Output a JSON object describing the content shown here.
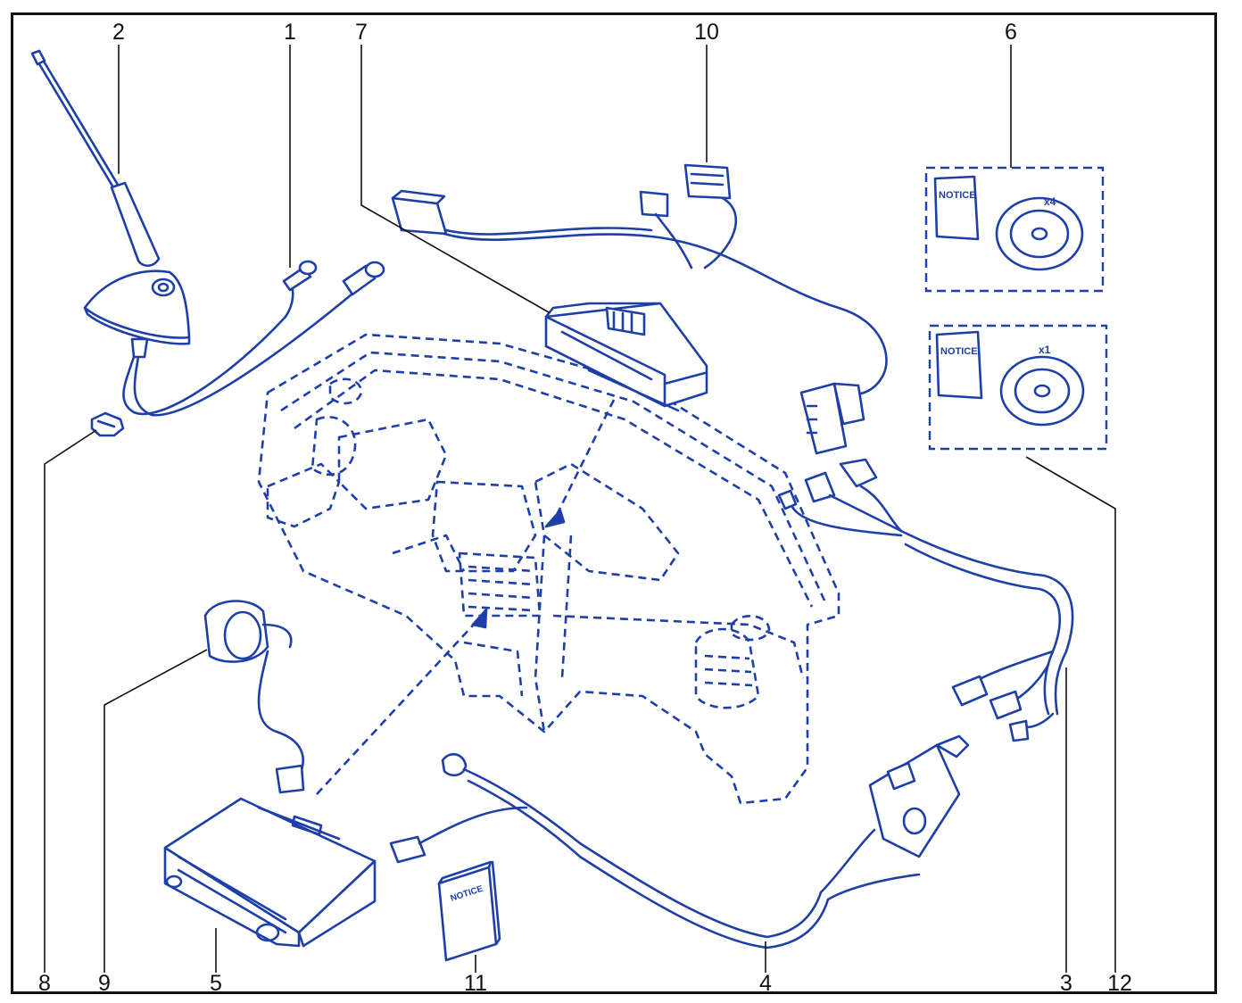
{
  "callouts": {
    "c1": "1",
    "c2": "2",
    "c3": "3",
    "c4": "4",
    "c5": "5",
    "c6": "6",
    "c7": "7",
    "c8": "8",
    "c9": "9",
    "c10": "10",
    "c11": "11",
    "c12": "12"
  },
  "kit_box_a": {
    "booklet_text": "NOTICE",
    "disc_count": "x4"
  },
  "kit_box_b": {
    "booklet_text": "NOTICE",
    "disc_count": "x1"
  },
  "manual_11": {
    "booklet_text": "NOTICE"
  },
  "colors": {
    "line_art": "#1f3fa8",
    "labels": "#111111",
    "frame": "#111111"
  }
}
